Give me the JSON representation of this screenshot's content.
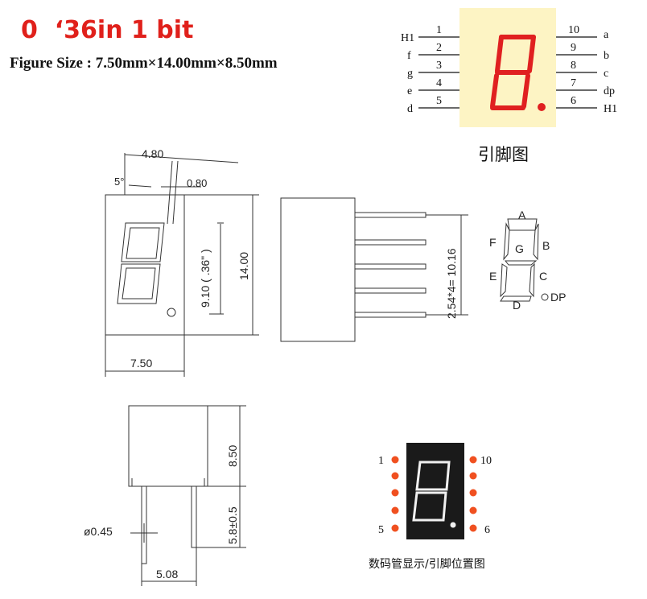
{
  "header": {
    "title": "0  ‘36in 1 bit",
    "figure_size": "Figure Size : 7.50mm×14.00mm×8.50mm"
  },
  "pin_diagram": {
    "caption": "引脚图",
    "left_pins": [
      {
        "num": "1",
        "name": "H1"
      },
      {
        "num": "2",
        "name": "f"
      },
      {
        "num": "3",
        "name": "g"
      },
      {
        "num": "4",
        "name": "e"
      },
      {
        "num": "5",
        "name": "d"
      }
    ],
    "right_pins": [
      {
        "num": "10",
        "name": "a"
      },
      {
        "num": "9",
        "name": "b"
      },
      {
        "num": "8",
        "name": "c"
      },
      {
        "num": "7",
        "name": "dp"
      },
      {
        "num": "6",
        "name": "H1"
      }
    ],
    "body_color": "#fdf4c4",
    "segment_color": "#e02020"
  },
  "front_view": {
    "dim_width_top": "4.80",
    "dim_angle": "5°",
    "dim_gap": "0.80",
    "dim_digit_height": "9.10 ( .36\" )",
    "dim_height": "14.00",
    "dim_width": "7.50"
  },
  "side_view": {
    "dim_pitch": "2.54*4= 10.16"
  },
  "segment_map": {
    "a": "A",
    "b": "B",
    "c": "C",
    "d": "D",
    "e": "E",
    "f": "F",
    "g": "G",
    "dp": "DP"
  },
  "bottom_view": {
    "dim_height": "8.50",
    "dim_pin_length": "5.8±0.5",
    "dim_pin_dia": "ø0.45",
    "dim_pin_pitch": "5.08"
  },
  "pin_position": {
    "caption": "数码管显示/引脚位置图",
    "label_1": "1",
    "label_10": "10",
    "label_5": "5",
    "label_6": "6",
    "dot_color": "#f05020",
    "body_color": "#1a1a1a"
  }
}
